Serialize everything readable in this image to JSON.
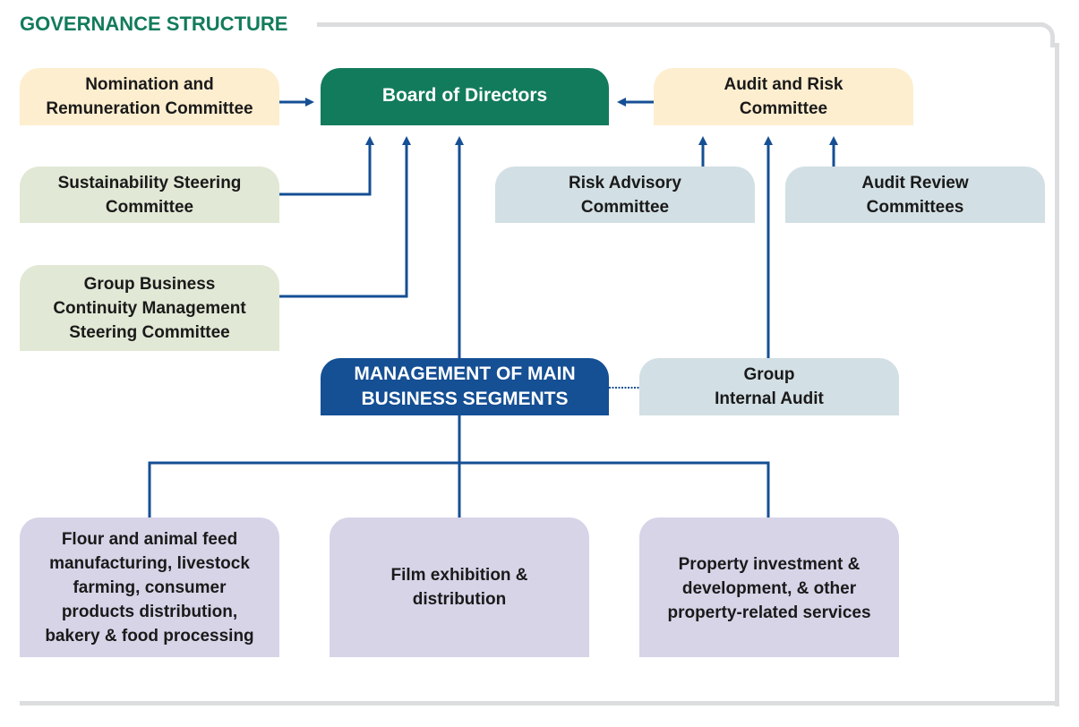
{
  "title": "GOVERNANCE STRUCTURE",
  "colors": {
    "title": "#127b5b",
    "board": "#127b5b",
    "management": "#154f94",
    "connector": "#154f94",
    "cream": "#fdeecf",
    "light_green": "#e1e8d5",
    "light_blue": "#d2dfe4",
    "lavender": "#d7d4e8",
    "frame": "#dcddde"
  },
  "nodes": {
    "nomination": "Nomination and\nRemuneration Committee",
    "board": "Board of Directors",
    "audit_risk": "Audit and Risk\nCommittee",
    "sustainability": "Sustainability Steering\nCommittee",
    "risk_advisory": "Risk Advisory\nCommittee",
    "audit_review": "Audit Review\nCommittees",
    "bcm": "Group Business\nContinuity Management\nSteering Committee",
    "management": "MANAGEMENT OF MAIN\nBUSINESS SEGMENTS",
    "internal_audit": "Group\nInternal Audit",
    "segments": [
      "Flour and animal feed\nmanufacturing, livestock\nfarming, consumer\nproducts distribution,\nbakery & food processing",
      "Film exhibition &\ndistribution",
      "Property investment &\ndevelopment, & other\nproperty-related services"
    ]
  },
  "edges": [
    {
      "from": "nomination",
      "to": "board",
      "style": "arrow"
    },
    {
      "from": "audit_risk",
      "to": "board",
      "style": "arrow"
    },
    {
      "from": "sustainability",
      "to": "board",
      "style": "arrow"
    },
    {
      "from": "bcm",
      "to": "board",
      "style": "arrow"
    },
    {
      "from": "management",
      "to": "board",
      "style": "arrow"
    },
    {
      "from": "risk_advisory",
      "to": "audit_risk",
      "style": "arrow"
    },
    {
      "from": "internal_audit",
      "to": "audit_risk",
      "style": "arrow"
    },
    {
      "from": "audit_review",
      "to": "audit_risk",
      "style": "arrow"
    },
    {
      "from": "management",
      "to": "internal_audit",
      "style": "dotted"
    },
    {
      "from": "segments.0",
      "to": "management",
      "style": "line"
    },
    {
      "from": "segments.1",
      "to": "management",
      "style": "line"
    },
    {
      "from": "segments.2",
      "to": "management",
      "style": "line"
    }
  ]
}
